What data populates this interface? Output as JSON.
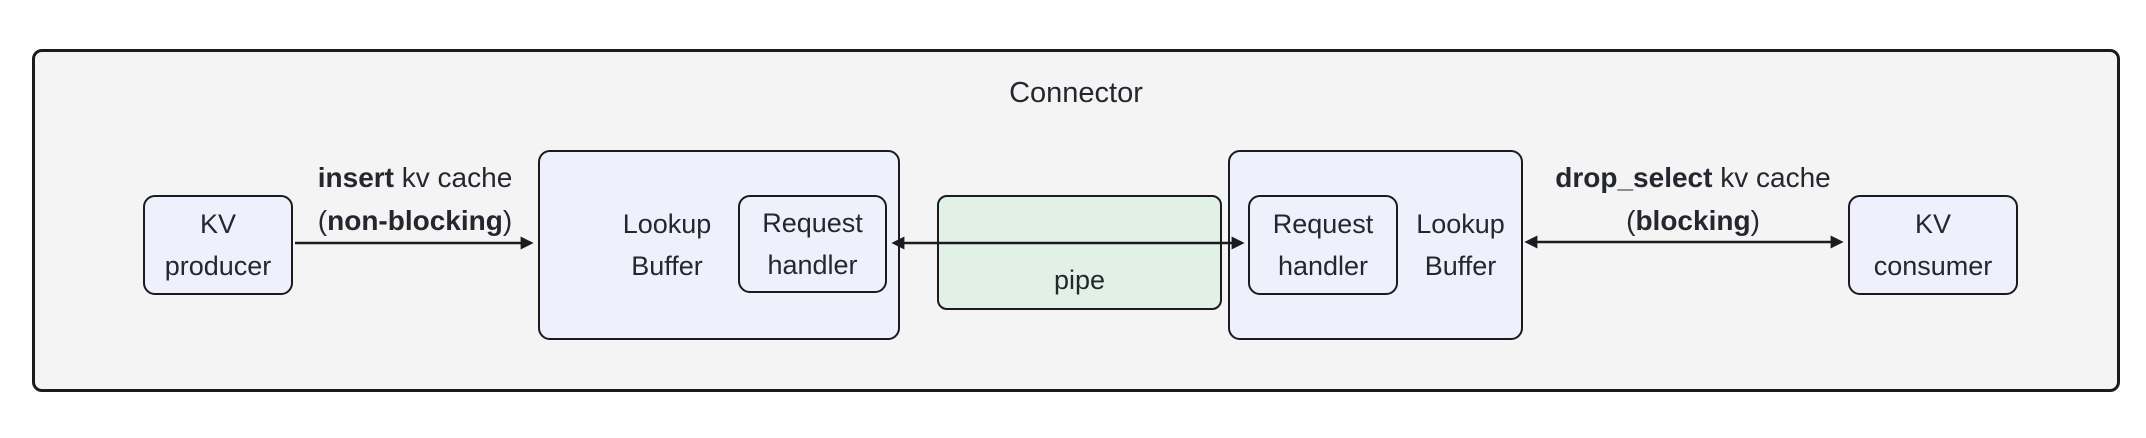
{
  "colors": {
    "canvas_bg": "#ffffff",
    "outer_fill": "#f4f4f5",
    "node_fill": "#eef1fb",
    "pipe_fill": "#e2f1e5",
    "line_color": "#1a1a1f",
    "text_color": "#24272e"
  },
  "diagram": {
    "title": "Connector",
    "nodes": {
      "kv_producer": {
        "line1": "KV",
        "line2": "producer"
      },
      "lookup_buffer_left": {
        "line1": "Lookup",
        "line2": "Buffer"
      },
      "request_handler_left": {
        "line1": "Request",
        "line2": "handler"
      },
      "pipe": {
        "label": "pipe"
      },
      "request_handler_right": {
        "line1": "Request",
        "line2": "handler"
      },
      "lookup_buffer_right": {
        "line1": "Lookup",
        "line2": "Buffer"
      },
      "kv_consumer": {
        "line1": "KV",
        "line2": "consumer"
      }
    },
    "edges": {
      "insert": {
        "keyword": "insert",
        "suffix": " kv cache",
        "paren_open": "(",
        "keyword2": "non-blocking",
        "paren_close": ")"
      },
      "drop_select": {
        "keyword": "drop_select",
        "suffix": " kv cache",
        "paren_open": "(",
        "keyword2": "blocking",
        "paren_close": ")"
      }
    }
  }
}
